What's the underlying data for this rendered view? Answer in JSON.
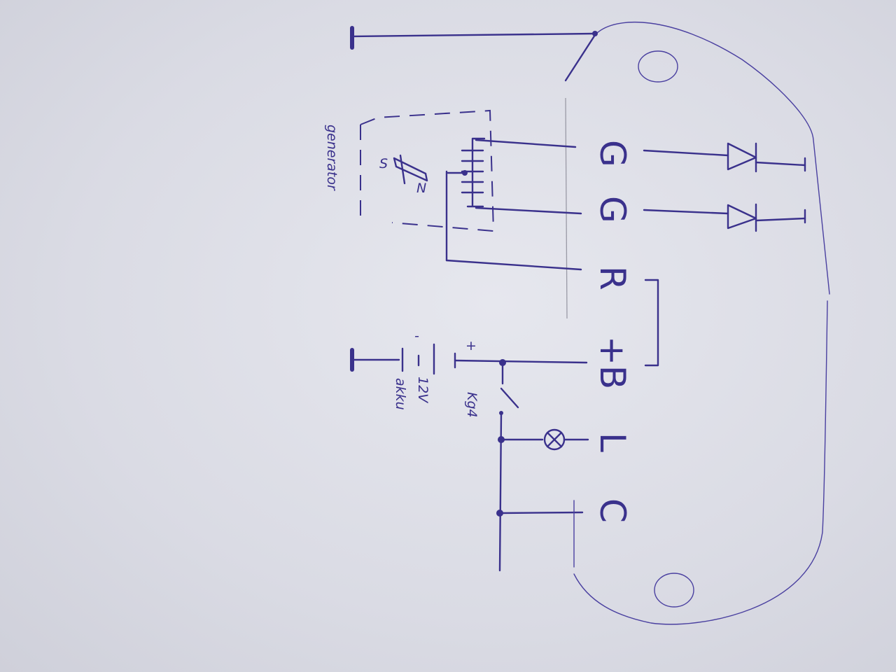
{
  "labels": {
    "terminal_g1": "G",
    "terminal_g2": "G",
    "terminal_r": "R",
    "terminal_b": "+B",
    "terminal_l": "L",
    "terminal_c": "C",
    "generator": "generator",
    "pole_s": "S",
    "pole_n": "N",
    "battery_plus": "+",
    "battery_minus": "-",
    "battery_voltage": "12V",
    "battery_name": "akku",
    "key_switch": "Kg4"
  },
  "colors": {
    "ink": "#3a318c",
    "paper": "#dcdde6",
    "pencil": "#9a9aa6"
  }
}
